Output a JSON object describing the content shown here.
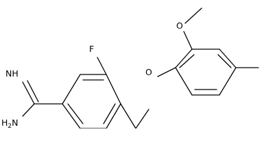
{
  "diagram": {
    "type": "chemical-structure",
    "atom_labels": {
      "imine": "NH",
      "amine_n": "H",
      "amine_sub": "2",
      "amine_tail": "N",
      "fluorine": "F",
      "ether_oxygen": "O",
      "methoxy_oxygen": "O"
    }
  }
}
